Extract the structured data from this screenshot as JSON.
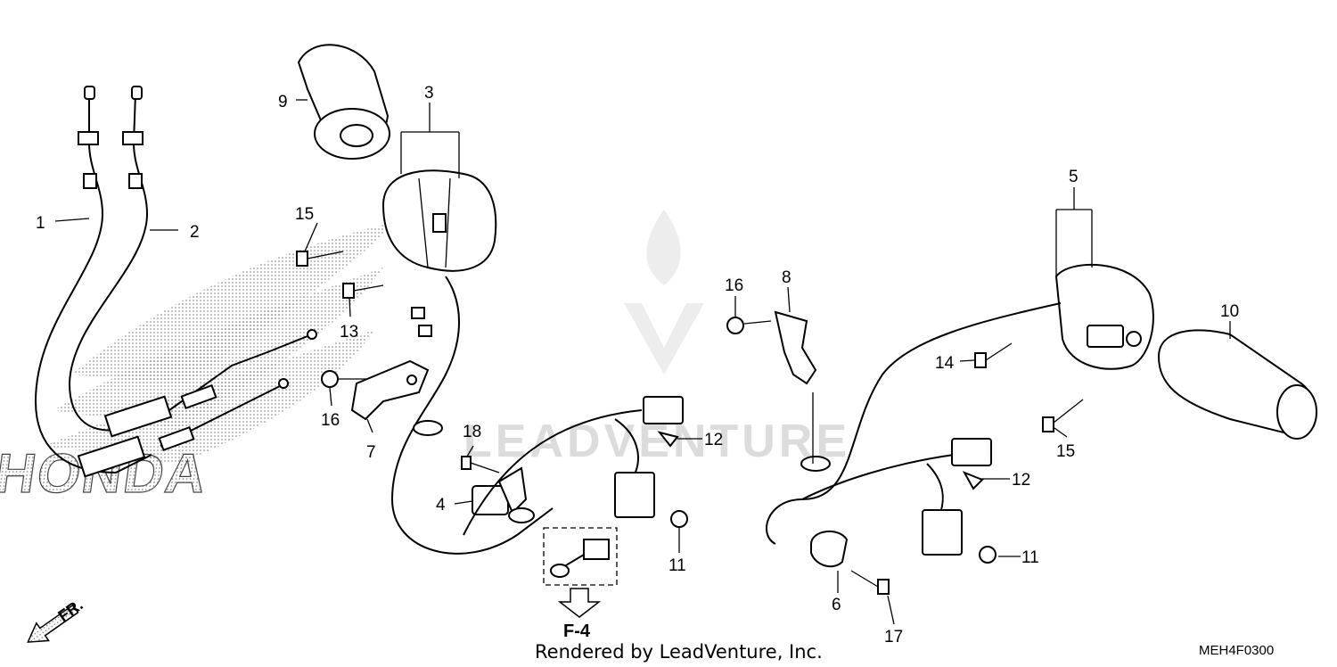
{
  "diagram": {
    "callouts": [
      "1",
      "2",
      "3",
      "4",
      "5",
      "6",
      "7",
      "8",
      "9",
      "10",
      "11",
      "11",
      "12",
      "12",
      "13",
      "14",
      "15",
      "15",
      "16",
      "16",
      "17",
      "18"
    ],
    "page_reference": "F-4",
    "direction_label": "FR.",
    "brand_text": "HONDA",
    "watermark_text": "LEADVENTURE",
    "credit": "Rendered by LeadVenture, Inc.",
    "diagram_code": "MEH4F0300"
  },
  "icons": [
    "direction-arrow-icon",
    "page-reference-arrow-icon",
    "watermark-logo-icon"
  ]
}
